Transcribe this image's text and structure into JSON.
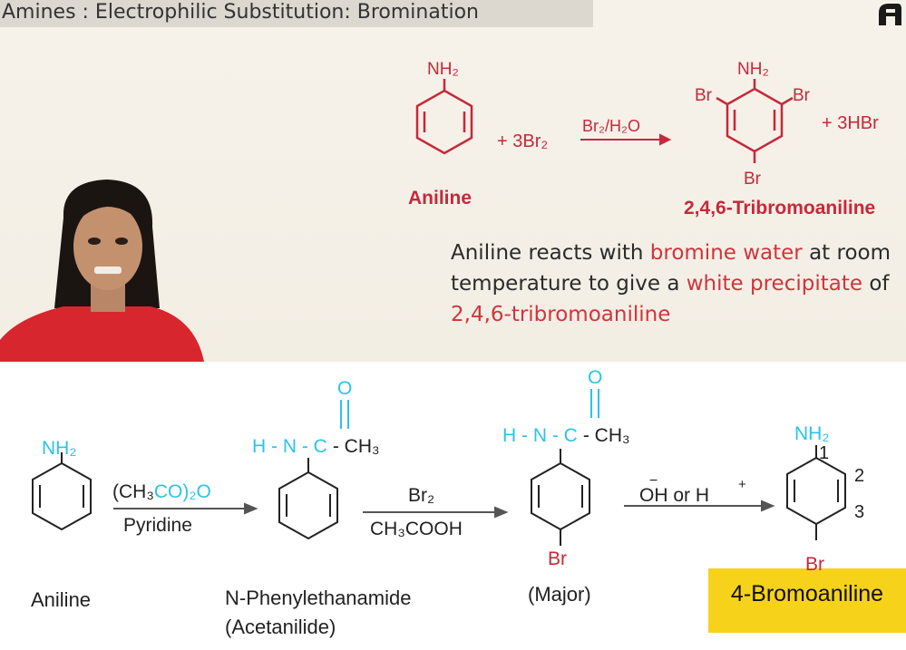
{
  "title": "Amines : Electrophilic Substitution: Bromination",
  "colors": {
    "red": "#c7283a",
    "cyan": "#2bc4e6",
    "yellow": "#f6d21a"
  },
  "top_reaction": {
    "reactant_group": "NH₂",
    "reagent": "+ 3Br₂",
    "condition": "Br₂/H₂O",
    "product_group": "NH₂",
    "sub_left": "Br",
    "sub_right": "Br",
    "sub_bottom": "Br",
    "byproduct": "+ 3HBr",
    "reactant_name": "Aniline",
    "product_name": "2,4,6-Tribromoaniline"
  },
  "description": {
    "p1": "Aniline reacts with ",
    "h1": "bromine water",
    "p2": " at room temperature to give a ",
    "h2": "white precipitate",
    "p3": " of ",
    "h3": "2,4,6-tribromoaniline"
  },
  "bottom_reaction": {
    "aniline_group": "NH₂",
    "aniline_name": "Aniline",
    "step1_reagent_a": "(CH₃",
    "step1_reagent_b": "CO)₂O",
    "step1_condition": "Pyridine",
    "amide_group_a": "H - N - C",
    "amide_group_b": "- CH₃",
    "amide_oxygen": "O",
    "amide_name": "N-Phenylethanamide",
    "amide_alt_name": "(Acetanilide)",
    "step2_reagent": "Br₂",
    "step2_condition": "CH₃COOH",
    "brominated_group_a": "H - N - C",
    "brominated_group_b": "- CH₃",
    "brominated_oxygen": "O",
    "brominated_sub": "Br",
    "brominated_label": "(Major)",
    "step3_reagent": "OH or H",
    "step3_minus": "−",
    "step3_plus": "+",
    "final_group": "NH₂",
    "final_sub": "Br",
    "pos1": "1",
    "pos2": "2",
    "pos3": "3",
    "final_name": "4-Bromoaniline"
  }
}
